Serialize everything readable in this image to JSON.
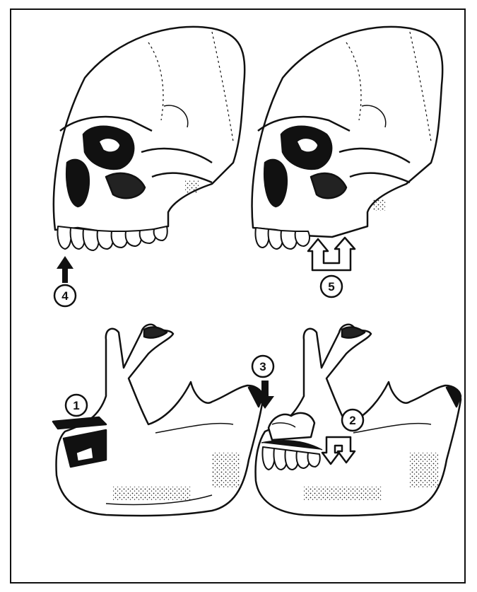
{
  "colors": {
    "ink": "#111111",
    "paper": "#ffffff",
    "shade": "#3a3a3a"
  },
  "figure": {
    "skull_left": {
      "marker": "4"
    },
    "skull_right": {
      "marker": "5"
    },
    "mandible_left": {
      "marker_a": "1",
      "marker_b": "3"
    },
    "mandible_right": {
      "marker": "2"
    }
  }
}
